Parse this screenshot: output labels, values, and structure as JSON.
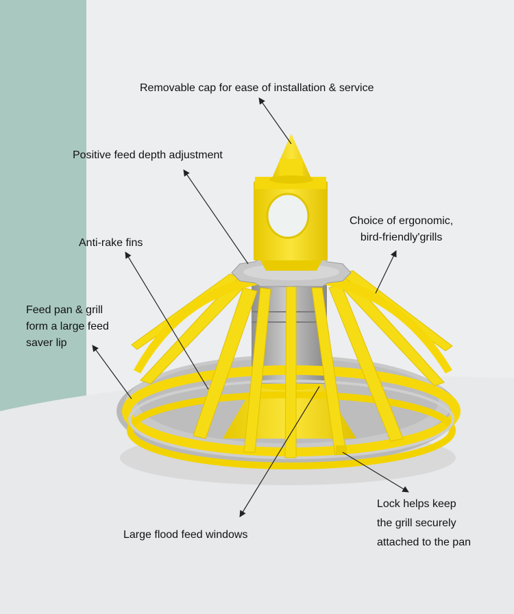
{
  "callouts": {
    "cap": "Removable cap for ease of installation & service",
    "depth": "Positive feed depth adjustment",
    "fins": "Anti-rake fins",
    "grills": [
      "Choice of ergonomic,",
      "bird-friendly'grills"
    ],
    "lip": [
      "Feed pan & grill",
      "form a large feed",
      "saver lip"
    ],
    "lock": [
      "Lock helps keep",
      "the grill securely",
      "attached to the pan"
    ],
    "windows": "Large flood feed windows"
  },
  "colors": {
    "background_panel": "#a9c8c0",
    "floor": "#eceef0",
    "yellow": "#f7de16",
    "yellow_shade": "#e0c000",
    "pan_gray": "#b8b8b8",
    "tube_gray": "#9c9c9c",
    "arrow": "#222222"
  }
}
